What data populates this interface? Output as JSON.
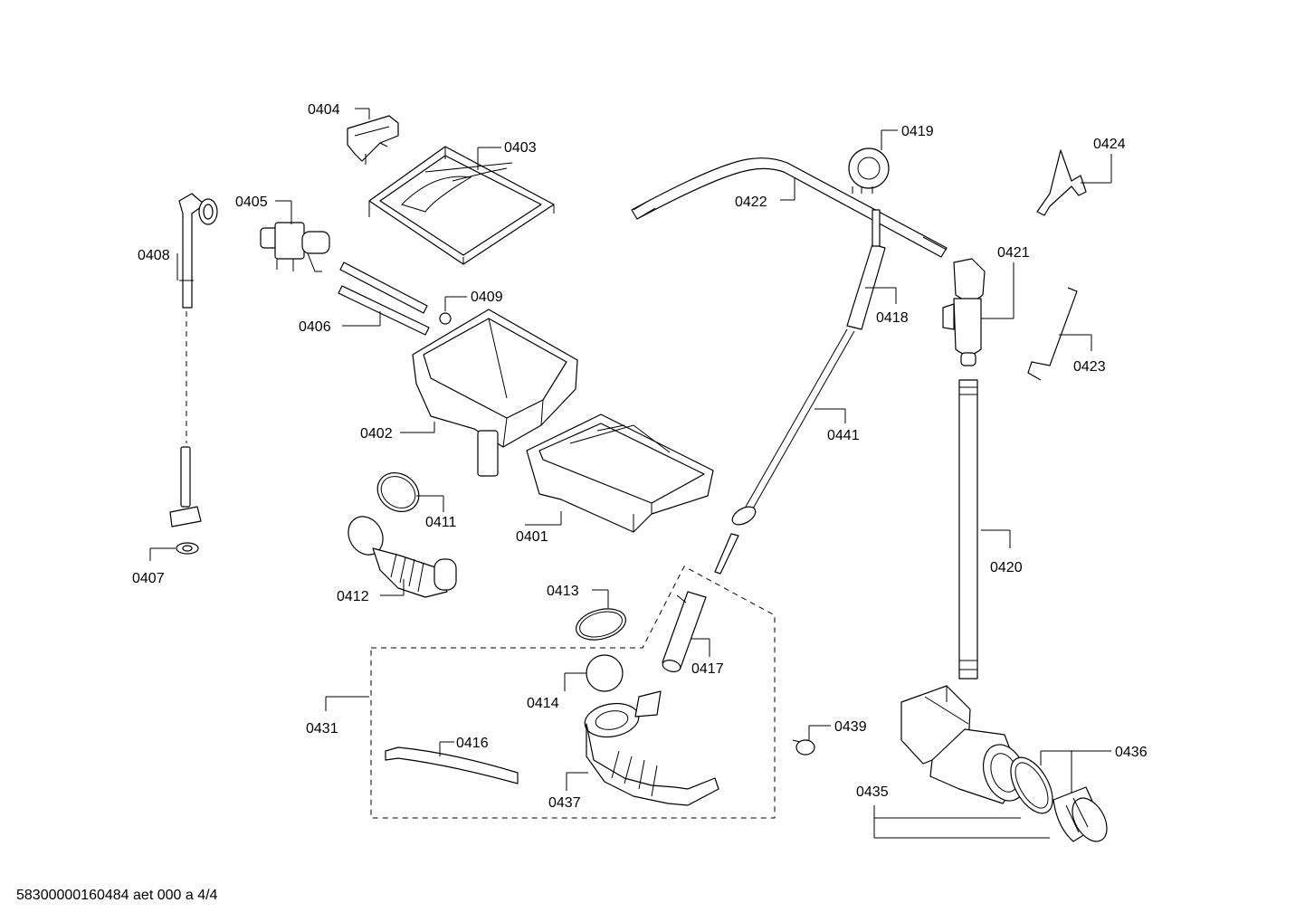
{
  "parts": {
    "p0401": "0401",
    "p0402": "0402",
    "p0403": "0403",
    "p0404": "0404",
    "p0405": "0405",
    "p0406": "0406",
    "p0407": "0407",
    "p0408": "0408",
    "p0409": "0409",
    "p0411": "0411",
    "p0412": "0412",
    "p0413": "0413",
    "p0414": "0414",
    "p0416": "0416",
    "p0417": "0417",
    "p0418": "0418",
    "p0419": "0419",
    "p0420": "0420",
    "p0421": "0421",
    "p0422": "0422",
    "p0423": "0423",
    "p0424": "0424",
    "p0431": "0431",
    "p0435": "0435",
    "p0436": "0436",
    "p0437": "0437",
    "p0439": "0439",
    "p0441": "0441"
  },
  "footer": "58300000160484 aet 000 a 4/4"
}
